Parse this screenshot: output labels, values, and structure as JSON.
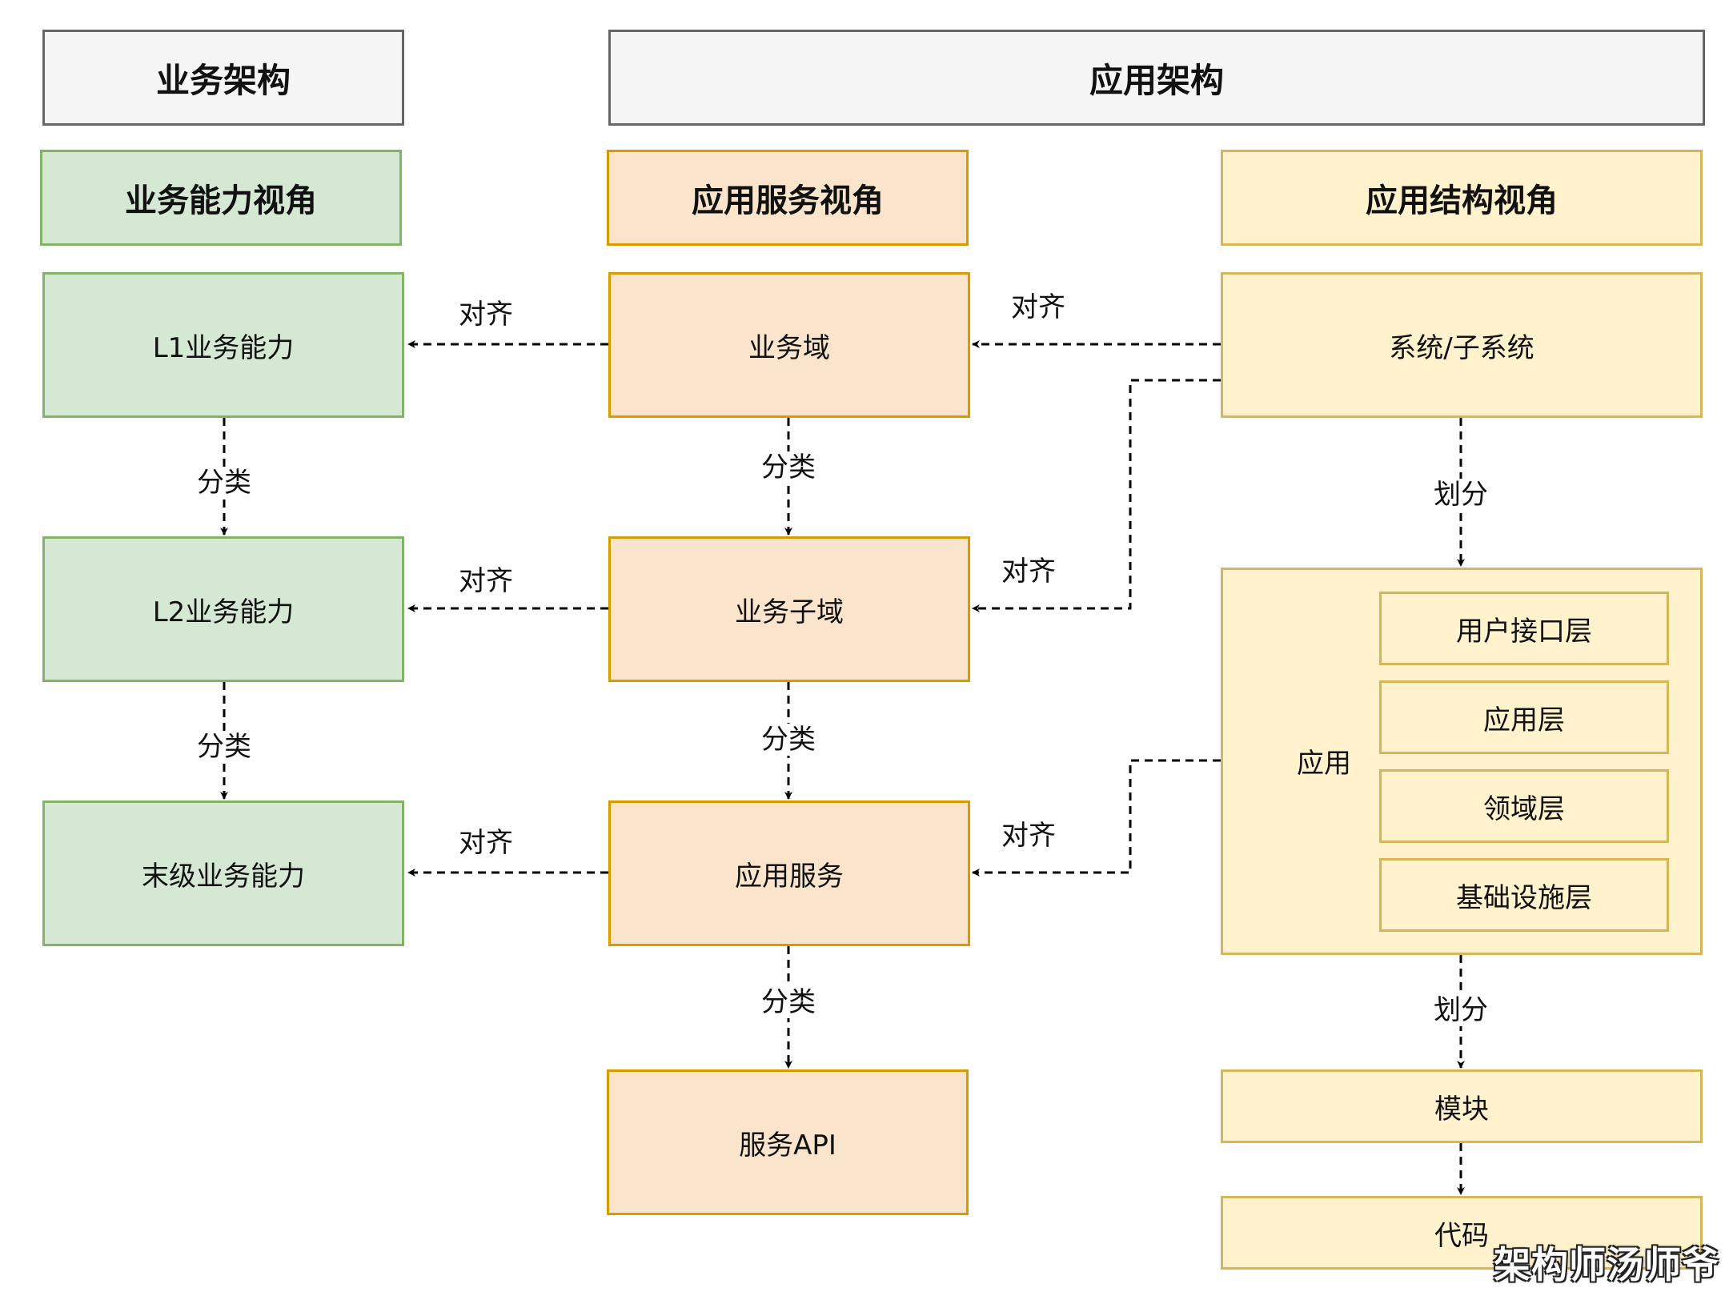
{
  "headers": {
    "business_arch": "业务架构",
    "application_arch": "应用架构"
  },
  "perspectives": {
    "capability": "业务能力视角",
    "service": "应用服务视角",
    "structure": "应用结构视角"
  },
  "capability_nodes": {
    "l1": "L1业务能力",
    "l2": "L2业务能力",
    "leaf": "末级业务能力"
  },
  "service_nodes": {
    "domain": "业务域",
    "subdomain": "业务子域",
    "app_service": "应用服务",
    "api": "服务API"
  },
  "structure_nodes": {
    "system": "系统/子系统",
    "application": "应用",
    "layers": [
      "用户接口层",
      "应用层",
      "领域层",
      "基础设施层"
    ],
    "module": "模块",
    "code": "代码"
  },
  "edge_labels": {
    "align": "对齐",
    "classify": "分类",
    "divide": "划分"
  },
  "watermark": "架构师汤师爷",
  "colors": {
    "green_fill": "#d5e8d4",
    "green_stroke": "#82b366",
    "orange_fill": "#fae5cc",
    "orange_stroke": "#d79b00",
    "yellow_fill": "#fff2cc",
    "yellow_stroke": "#d6b656",
    "header_fill": "#f5f5f5",
    "header_stroke": "#666666"
  }
}
